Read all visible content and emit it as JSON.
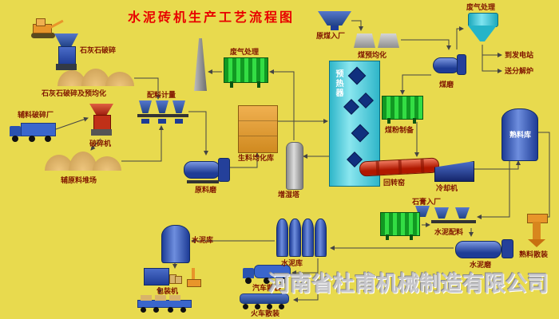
{
  "title": "水泥砖机生产工艺流程图",
  "watermark": "河南省杜甫机械制造有限公司",
  "nodes": {
    "limestone_crushing": "石灰石破碎",
    "limestone_prehomo": "石灰石破碎及预均化",
    "aux_plant": "辅料破碎厂",
    "crusher": "破碎机",
    "aux_stockyard": "辅原料堆场",
    "batching": "配料计量",
    "raw_meal_silo": "生料均化库",
    "raw_mill": "原料磨",
    "waste_gas": "废气处理",
    "humidifier": "增湿塔",
    "preheater": "预热器",
    "rotary_kiln": "回转窑",
    "cooler": "冷却机",
    "coal_entry": "原煤入厂",
    "coal_prehomo": "煤预均化",
    "coal_prep": "煤粉制备",
    "coal_mill": "煤磨",
    "waste_gas2": "废气处理",
    "to_power": "到发电站",
    "to_calciner": "送分解炉",
    "clinker_silo": "熟料库",
    "gypsum_entry": "石膏入厂",
    "cement_batching": "水泥配料",
    "cement_mill": "水泥磨",
    "cement_silos": "水泥库",
    "cement_silo2": "水泥库",
    "packer": "包装机",
    "truck_bulk": "汽车散装",
    "train_bulk": "火车散装",
    "clinker_bulk": "熟料散装"
  },
  "colors": {
    "background": "#e8da4e",
    "machine_blue": "#1e3c96",
    "dust_green": "#22cc33",
    "silo_orange": "#e8a23a",
    "kiln_red": "#b01800",
    "tower_cyan": "#2fb6c9",
    "label_red": "#801500",
    "title_red": "#e80000",
    "watermark_gray": "#c3c3c8"
  }
}
